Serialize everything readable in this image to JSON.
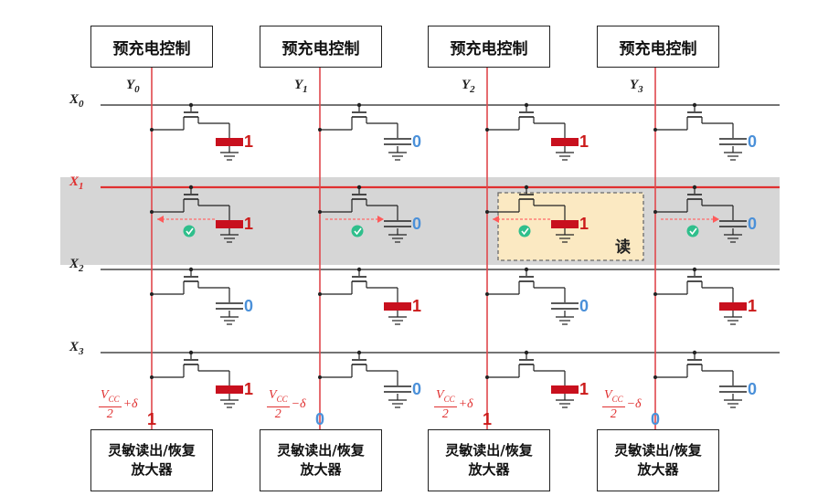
{
  "precharge_label": "预充电控制",
  "amplifier_label_line1": "灵敏读出/恢复",
  "amplifier_label_line2": "放大器",
  "read_label": "读",
  "columns": [
    {
      "name": "Y",
      "sub": "0",
      "output": "1",
      "level_num": "V",
      "level_sub": "CC",
      "level_den": "2",
      "level_rest": "+δ"
    },
    {
      "name": "Y",
      "sub": "1",
      "output": "0",
      "level_num": "V",
      "level_sub": "CC",
      "level_den": "2",
      "level_rest": "−δ"
    },
    {
      "name": "Y",
      "sub": "2",
      "output": "1",
      "level_num": "V",
      "level_sub": "CC",
      "level_den": "2",
      "level_rest": "+δ"
    },
    {
      "name": "Y",
      "sub": "3",
      "output": "0",
      "level_num": "V",
      "level_sub": "CC",
      "level_den": "2",
      "level_rest": "−δ"
    }
  ],
  "rows": [
    {
      "name": "X",
      "sub": "0",
      "selected": false,
      "bits": [
        "1",
        "0",
        "1",
        "0"
      ]
    },
    {
      "name": "X",
      "sub": "1",
      "selected": true,
      "bits": [
        "1",
        "0",
        "1",
        "0"
      ]
    },
    {
      "name": "X",
      "sub": "2",
      "selected": false,
      "bits": [
        "0",
        "1",
        "0",
        "1"
      ]
    },
    {
      "name": "X",
      "sub": "3",
      "selected": false,
      "bits": [
        "1",
        "0",
        "1",
        "0"
      ]
    }
  ],
  "colors": {
    "bitline": "#e0474c",
    "wordline": "#222222",
    "selected_wordline": "#e03030",
    "selected_band": "#d6d6d6",
    "highlight_fill": "#fbe9c2",
    "highlight_border": "#6a6a6a",
    "charged_cap": "#c8101e",
    "check": "#2fbf8c",
    "bit_one": "#cc1a1a",
    "bit_zero": "#4a90d9"
  }
}
